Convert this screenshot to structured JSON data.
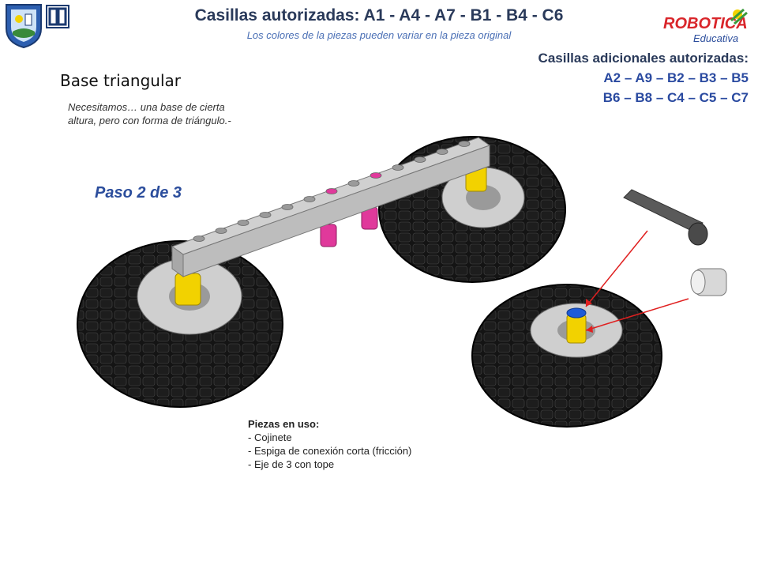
{
  "header": {
    "title": "Casillas autorizadas: A1 - A4 - A7 - B1 - B4 - C6",
    "subtitle": "Los colores de la piezas pueden variar en la pieza original"
  },
  "extra": {
    "heading": "Casillas adicionales autorizadas:",
    "line1": "A2 – A9 – B2 – B3 – B5",
    "line2": "B6 – B8 – C4 – C5 – C7"
  },
  "section": {
    "title": "Base triangular",
    "description": "Necesitamos… una base de cierta altura, pero con forma de triángulo.-"
  },
  "step": "Paso 2 de 3",
  "pieces": {
    "heading": "Piezas en uso:",
    "items": [
      "- Cojinete",
      "- Espiga de conexión corta (fricción)",
      "- Eje de 3 con tope"
    ]
  },
  "logo": {
    "text": "ROBOTICA",
    "subtext": "Educativa"
  },
  "colors": {
    "title": "#2a3a5a",
    "accent_blue": "#2b4d9c",
    "tire": "#111111",
    "hub_yellow": "#f2d200",
    "pin_magenta": "#e0399b",
    "arrow_red": "#e02020"
  }
}
